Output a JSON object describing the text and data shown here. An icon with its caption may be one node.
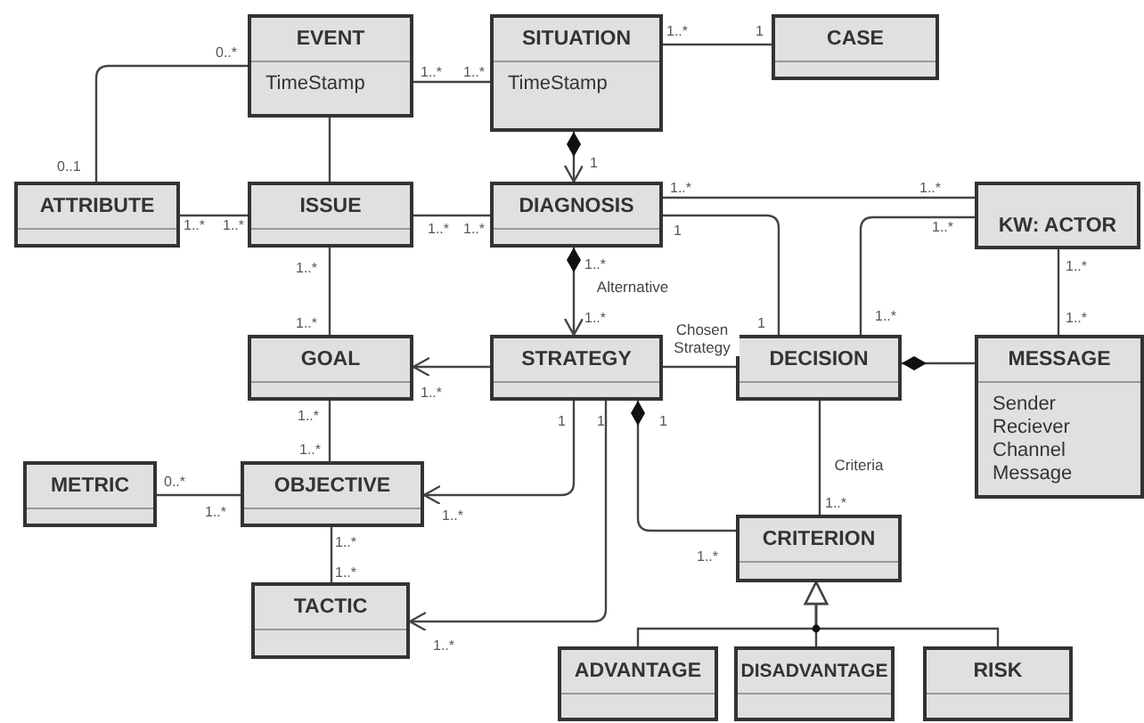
{
  "diagram": {
    "nodes": [
      {
        "text": [
          "EVENT",
          "TimeStamp"
        ]
      },
      {
        "text": [
          "SITUATION",
          "TimeStamp"
        ]
      },
      {
        "text": [
          "CASE"
        ]
      },
      {
        "text": [
          "ATTRIBUTE"
        ]
      },
      {
        "text": [
          "ISSUE"
        ]
      },
      {
        "text": [
          "DIAGNOSIS"
        ]
      },
      {
        "text": [
          "KW: ACTOR"
        ]
      },
      {
        "text": [
          "GOAL"
        ]
      },
      {
        "text": [
          "STRATEGY"
        ]
      },
      {
        "text": [
          "DECISION"
        ]
      },
      {
        "text": [
          "MESSAGE",
          "Sender",
          "Reciever",
          "Channel",
          "Message"
        ]
      },
      {
        "text": [
          "METRIC"
        ]
      },
      {
        "text": [
          "OBJECTIVE"
        ]
      },
      {
        "text": [
          "TACTIC"
        ]
      },
      {
        "text": [
          "CRITERION"
        ]
      },
      {
        "text": [
          "ADVANTAGE"
        ]
      },
      {
        "text": [
          "DISADVANTAGE"
        ]
      },
      {
        "text": [
          "RISK"
        ]
      }
    ],
    "edges": [
      {
        "from": 0,
        "to": 3,
        "arrow": "none"
      },
      {
        "from": 0,
        "to": 1,
        "arrow": "none"
      },
      {
        "from": 1,
        "to": 2,
        "arrow": "none"
      },
      {
        "from": 0,
        "to": 4,
        "arrow": "none"
      },
      {
        "from": 3,
        "to": 4,
        "arrow": "none"
      },
      {
        "from": 4,
        "to": 5,
        "arrow": "none"
      },
      {
        "from": 1,
        "to": 5,
        "arrow": "to"
      },
      {
        "from": 4,
        "to": 7,
        "arrow": "none"
      },
      {
        "from": 5,
        "to": 8,
        "arrow": "to",
        "label": "Alternative"
      },
      {
        "from": 5,
        "to": 6,
        "arrow": "none"
      },
      {
        "from": 5,
        "to": 9,
        "arrow": "none"
      },
      {
        "from": 8,
        "to": 7,
        "arrow": "to"
      },
      {
        "from": 8,
        "to": 9,
        "arrow": "none",
        "label": "Chosen Strategy"
      },
      {
        "from": 6,
        "to": 9,
        "arrow": "none"
      },
      {
        "from": 6,
        "to": 10,
        "arrow": "none"
      },
      {
        "from": 9,
        "to": 10,
        "arrow": "other"
      },
      {
        "from": 7,
        "to": 12,
        "arrow": "none"
      },
      {
        "from": 8,
        "to": 12,
        "arrow": "to"
      },
      {
        "from": 11,
        "to": 12,
        "arrow": "none"
      },
      {
        "from": 12,
        "to": 13,
        "arrow": "none"
      },
      {
        "from": 8,
        "to": 13,
        "arrow": "to"
      },
      {
        "from": 8,
        "to": 14,
        "arrow": "other"
      },
      {
        "from": 9,
        "to": 14,
        "arrow": "none",
        "label": "Criteria"
      },
      {
        "from": 15,
        "to": 14,
        "arrow": "to"
      },
      {
        "from": 16,
        "to": 14,
        "arrow": "to"
      },
      {
        "from": 17,
        "to": 14,
        "arrow": "to"
      }
    ],
    "labels": [
      "0..*",
      "1..*",
      "1..*",
      "1..*",
      "1",
      "0..1",
      "1",
      "1..*",
      "1..*",
      "1..*",
      "1..*",
      "1..*",
      "1..*",
      "1",
      "1..*",
      "1..*",
      "1..*",
      "1..*",
      "1..*",
      "1..*",
      "1",
      "1..*",
      "1..*",
      "1..*",
      "1..*",
      "1",
      "1",
      "1",
      "1..*",
      "1..*",
      "0..*",
      "1..*",
      "1..*",
      "1..*",
      "1..*",
      "1..*",
      "1..*"
    ]
  }
}
